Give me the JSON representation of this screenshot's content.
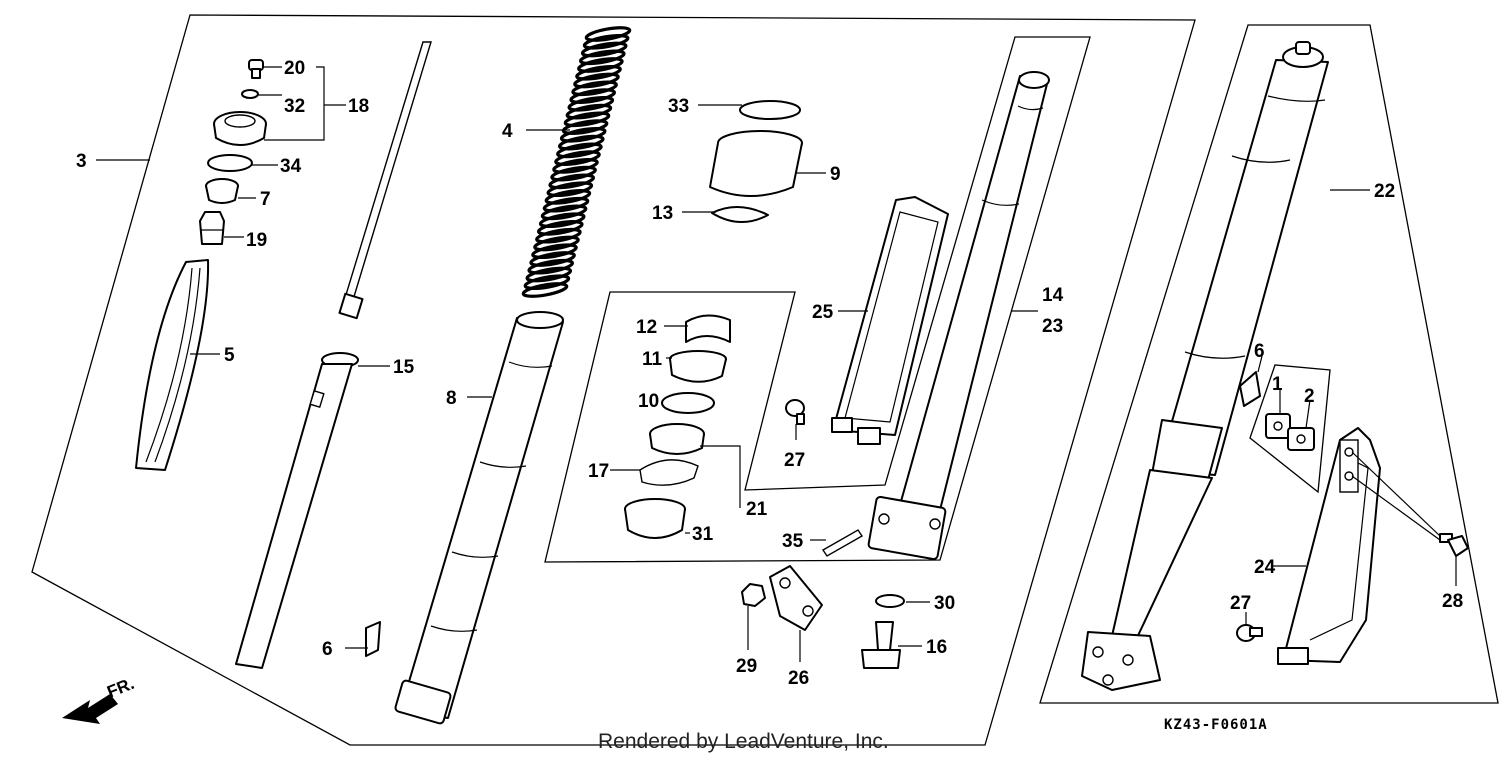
{
  "diagram_code": "KZ43-F0601A",
  "credit": "Rendered by LeadVenture, Inc.",
  "direction_label": "FR.",
  "callouts": {
    "c1": "1",
    "c2": "2",
    "c3": "3",
    "c4": "4",
    "c5": "5",
    "c6a": "6",
    "c6b": "6",
    "c7": "7",
    "c8": "8",
    "c9": "9",
    "c10": "10",
    "c11": "11",
    "c12": "12",
    "c13": "13",
    "c14": "14",
    "c15": "15",
    "c16": "16",
    "c17": "17",
    "c18": "18",
    "c19": "19",
    "c20": "20",
    "c21": "21",
    "c22": "22",
    "c23": "23",
    "c24": "24",
    "c25": "25",
    "c26": "26",
    "c27a": "27",
    "c27b": "27",
    "c28": "28",
    "c29": "29",
    "c30": "30",
    "c31": "31",
    "c32": "32",
    "c33": "33",
    "c34": "34",
    "c35": "35"
  }
}
